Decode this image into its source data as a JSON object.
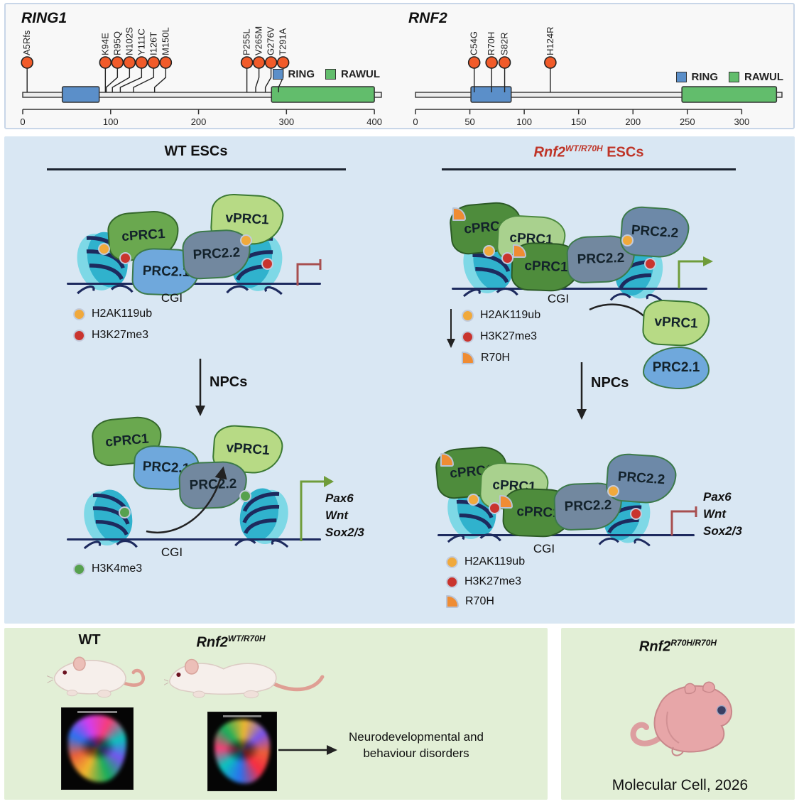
{
  "chart_data": [
    {
      "type": "lollipop",
      "title": "RING1",
      "xlim": [
        0,
        408
      ],
      "xticks": [
        0,
        100,
        200,
        300,
        400
      ],
      "mutations": [
        [
          "A5Rfs",
          5
        ],
        [
          "K94E",
          94
        ],
        [
          "R95Q",
          95
        ],
        [
          "N102S",
          102
        ],
        [
          "Y111C",
          111
        ],
        [
          "I126T",
          126
        ],
        [
          "M150L",
          150
        ],
        [
          "P255L",
          255
        ],
        [
          "V265M",
          265
        ],
        [
          "G276V",
          276
        ],
        [
          "T291A",
          291
        ]
      ],
      "domains": [
        {
          "name": "RING",
          "start": 45,
          "end": 87
        },
        {
          "name": "RAWUL",
          "start": 283,
          "end": 400
        }
      ]
    },
    {
      "type": "lollipop",
      "title": "RNF2",
      "xlim": [
        0,
        337
      ],
      "xticks": [
        0,
        50,
        100,
        150,
        200,
        250,
        300
      ],
      "mutations": [
        [
          "C54G",
          54
        ],
        [
          "R70H",
          70
        ],
        [
          "S82R",
          82
        ],
        [
          "H124R",
          124
        ]
      ],
      "domains": [
        {
          "name": "RING",
          "start": 51,
          "end": 88
        },
        {
          "name": "RAWUL",
          "start": 245,
          "end": 332
        }
      ]
    }
  ],
  "domain_colors": {
    "RING": "#5b8fc9",
    "RAWUL": "#62bd6c"
  },
  "legend": {
    "ring": "RING",
    "rawul": "RAWUL"
  },
  "shared": {
    "cgi": "CGI",
    "npcs": "NPCs"
  },
  "marks": {
    "h2a": "H2AK119ub",
    "h3k27": "H3K27me3",
    "h3k4": "H3K4me3",
    "r70h": "R70H"
  },
  "complexes": {
    "cprc1": "cPRC1",
    "vprc1": "vPRC1",
    "prc21": "PRC2.1",
    "prc22": "PRC2.2"
  },
  "genes": [
    "Pax6",
    "Wnt",
    "Sox2/3"
  ],
  "esc_wt": {
    "title": "WT ESCs"
  },
  "esc_mut": {
    "gene": "Rnf2",
    "sup": "WT/R70H",
    "suffix": " ESCs"
  },
  "bottom": {
    "wt": "WT",
    "het_gene": "Rnf2",
    "het_sup": "WT/R70H",
    "outcome1": "Neurodevelopmental and",
    "outcome2": "behaviour disorders",
    "homo_gene": "Rnf2",
    "homo_sup": "R70H/R70H",
    "citation": "Molecular Cell, 2026"
  }
}
